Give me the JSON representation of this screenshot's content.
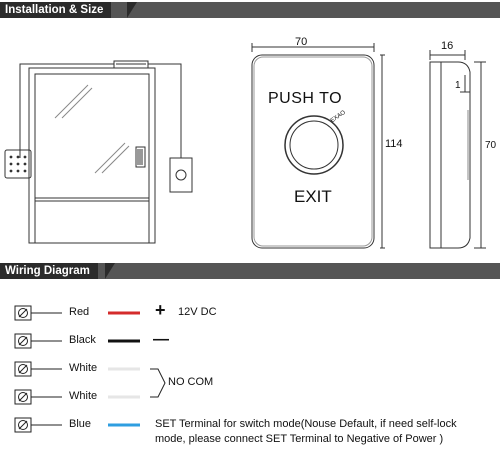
{
  "banners": {
    "installation": "Installation & Size",
    "wiring": "Wiring Diagram"
  },
  "front_view": {
    "width_dim": "70",
    "height_dim": "114",
    "line1": "PUSH  TO",
    "line2": "EXIT",
    "small_mark": "EXAO"
  },
  "side_view": {
    "depth_dim": "16",
    "small_dim": "1",
    "height_dim": "70"
  },
  "wiring": {
    "wires": [
      {
        "label": "Red",
        "color": "#d42b2b"
      },
      {
        "label": "Black",
        "color": "#111111"
      },
      {
        "label": "White",
        "color": "#e6e6e6"
      },
      {
        "label": "White",
        "color": "#e6e6e6"
      },
      {
        "label": "Blue",
        "color": "#2f9ee0"
      }
    ],
    "plus_symbol": "+",
    "power_text": "12V DC",
    "minus_symbol": "—",
    "no_com_text": "NO COM",
    "blue_desc_line1": "SET Terminal for switch mode(Nouse Default, if need self-lock",
    "blue_desc_line2": "mode, please connect SET Terminal to Negative of Power )"
  }
}
